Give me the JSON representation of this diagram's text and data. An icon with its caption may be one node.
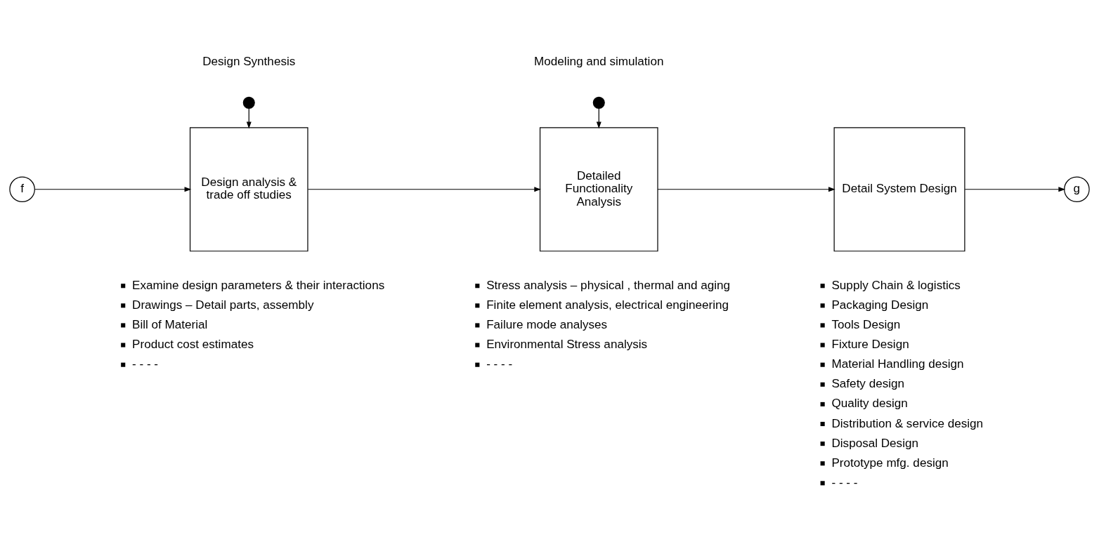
{
  "diagram": {
    "nodes": [
      {
        "text": [
          "f"
        ]
      },
      {
        "text": [],
        "shape": "circle",
        "beside": [
          "Design Synthesis"
        ]
      },
      {
        "text": [
          "Design analysis & trade off studies"
        ],
        "beside": [
          "Examine design parameters & their interactions",
          "Drawings – Detail parts, assembly",
          "Bill of Material",
          "Product cost estimates",
          "- - - -"
        ]
      },
      {
        "text": [],
        "shape": "circle",
        "beside": [
          "Modeling and simulation"
        ]
      },
      {
        "text": [
          "Detailed Functionality Analysis"
        ],
        "beside": [
          "Stress analysis – physical , thermal and aging",
          "Finite element analysis, electrical engineering",
          "Failure mode analyses",
          "Environmental Stress analysis",
          "- - - -"
        ]
      },
      {
        "text": [
          "Detail System Design"
        ],
        "beside": [
          "Supply Chain & logistics",
          "Packaging Design",
          "Tools Design",
          "Fixture Design",
          "Material Handling design",
          "Safety design",
          "Quality design",
          "Distribution & service design",
          "Disposal Design",
          "Prototype mfg. design",
          "- - - -"
        ]
      },
      {
        "text": [
          "g"
        ]
      }
    ],
    "edges": [
      {
        "from": 0,
        "to": 2,
        "arrow": "to"
      },
      {
        "from": 1,
        "to": 2,
        "arrow": "to"
      },
      {
        "from": 2,
        "to": 4,
        "arrow": "to"
      },
      {
        "from": 3,
        "to": 4,
        "arrow": "to"
      },
      {
        "from": 4,
        "to": 5,
        "arrow": "to"
      },
      {
        "from": 5,
        "to": 6,
        "arrow": "to"
      }
    ]
  }
}
